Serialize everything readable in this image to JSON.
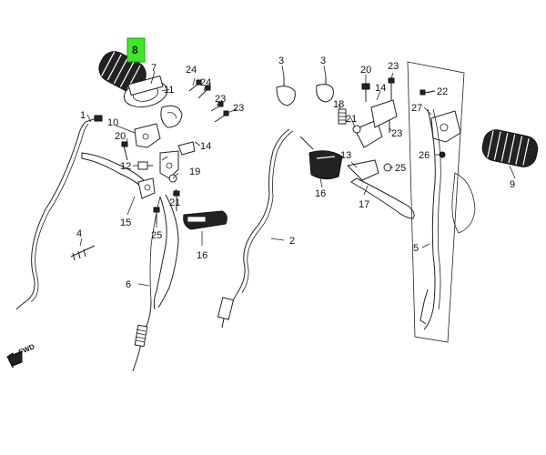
{
  "highlight": {
    "color": "#3ee826",
    "selected_label": "8"
  },
  "direction_marker": {
    "label": "FWD",
    "icon": "arrow-left-icon"
  },
  "callouts": {
    "c1": "1",
    "c2": "2",
    "c3a": "3",
    "c3b": "3",
    "c4": "4",
    "c5": "5",
    "c6": "6",
    "c7": "7",
    "c8": "8",
    "c9": "9",
    "c10": "10",
    "c11": "11",
    "c12": "12",
    "c13": "13",
    "c14": "14",
    "c15": "15",
    "c16": "16",
    "c17": "17",
    "c18": "18",
    "c19": "19",
    "c20a": "20",
    "c20b": "20",
    "c21a": "21",
    "c21b": "21",
    "c22": "22",
    "c23a": "23",
    "c23b": "23",
    "c23c": "23",
    "c23d": "23",
    "c24a": "24",
    "c24b": "24",
    "c25a": "25",
    "c25b": "25",
    "c26": "26",
    "c27": "27"
  }
}
